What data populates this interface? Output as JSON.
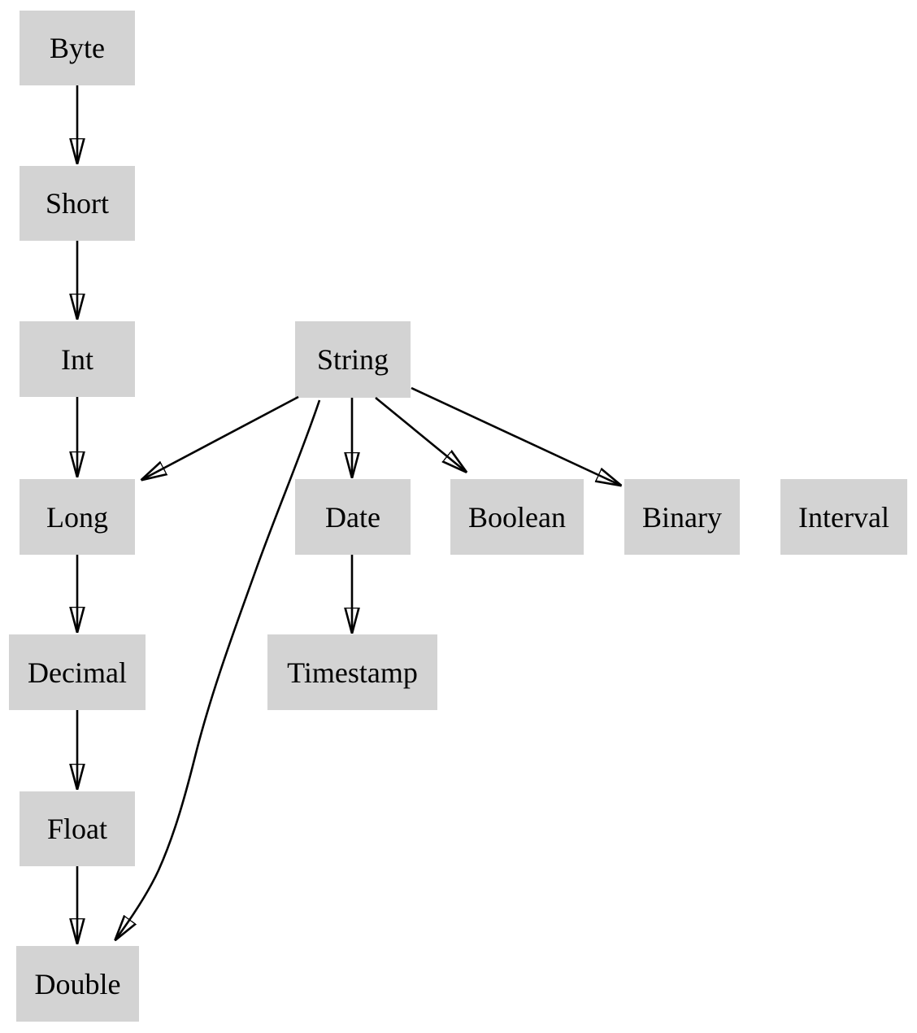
{
  "colors": {
    "background": "#ffffff",
    "node_fill": "#d3d3d3",
    "edge": "#000000",
    "text": "#000000"
  },
  "nodes": {
    "byte": "Byte",
    "short": "Short",
    "int": "Int",
    "string": "String",
    "long": "Long",
    "date": "Date",
    "boolean": "Boolean",
    "binary": "Binary",
    "interval": "Interval",
    "decimal": "Decimal",
    "timestamp": "Timestamp",
    "float": "Float",
    "double": "Double"
  },
  "edges": [
    {
      "from": "Byte",
      "to": "Short"
    },
    {
      "from": "Short",
      "to": "Int"
    },
    {
      "from": "Int",
      "to": "Long"
    },
    {
      "from": "Long",
      "to": "Decimal"
    },
    {
      "from": "Decimal",
      "to": "Float"
    },
    {
      "from": "Float",
      "to": "Double"
    },
    {
      "from": "String",
      "to": "Long"
    },
    {
      "from": "String",
      "to": "Date"
    },
    {
      "from": "String",
      "to": "Boolean"
    },
    {
      "from": "String",
      "to": "Binary"
    },
    {
      "from": "String",
      "to": "Double"
    },
    {
      "from": "Date",
      "to": "Timestamp"
    }
  ]
}
